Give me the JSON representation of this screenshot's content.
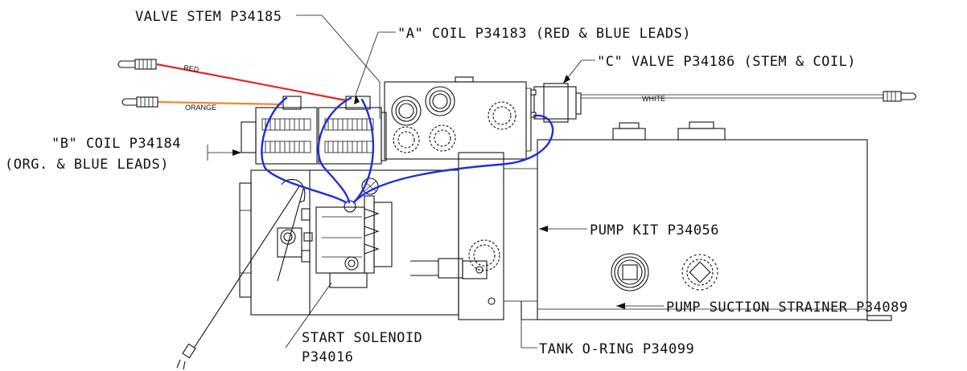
{
  "callouts": {
    "valve_stem": "VALVE STEM P34185",
    "coil_a": "\"A\" COIL P34183 (RED & BLUE LEADS)",
    "valve_c": "\"C\" VALVE P34186 (STEM & COIL)",
    "coil_b_line1": "\"B\" COIL P34184",
    "coil_b_line2": "(ORG. & BLUE LEADS)",
    "pump_kit": "PUMP KIT P34056",
    "suction_strainer": "PUMP SUCTION STRAINER P34089",
    "start_solenoid_line1": "START SOLENOID",
    "start_solenoid_line2": "P34016",
    "tank_oring": "TANK O-RING P34099"
  },
  "wires": {
    "red_label": "RED",
    "orange_label": "ORANGE",
    "white_label": "WHITE"
  },
  "colors": {
    "red_wire": "#e8231f",
    "orange_wire": "#f08a2c",
    "blue_wire": "#1f2fd6",
    "line": "#111111"
  }
}
